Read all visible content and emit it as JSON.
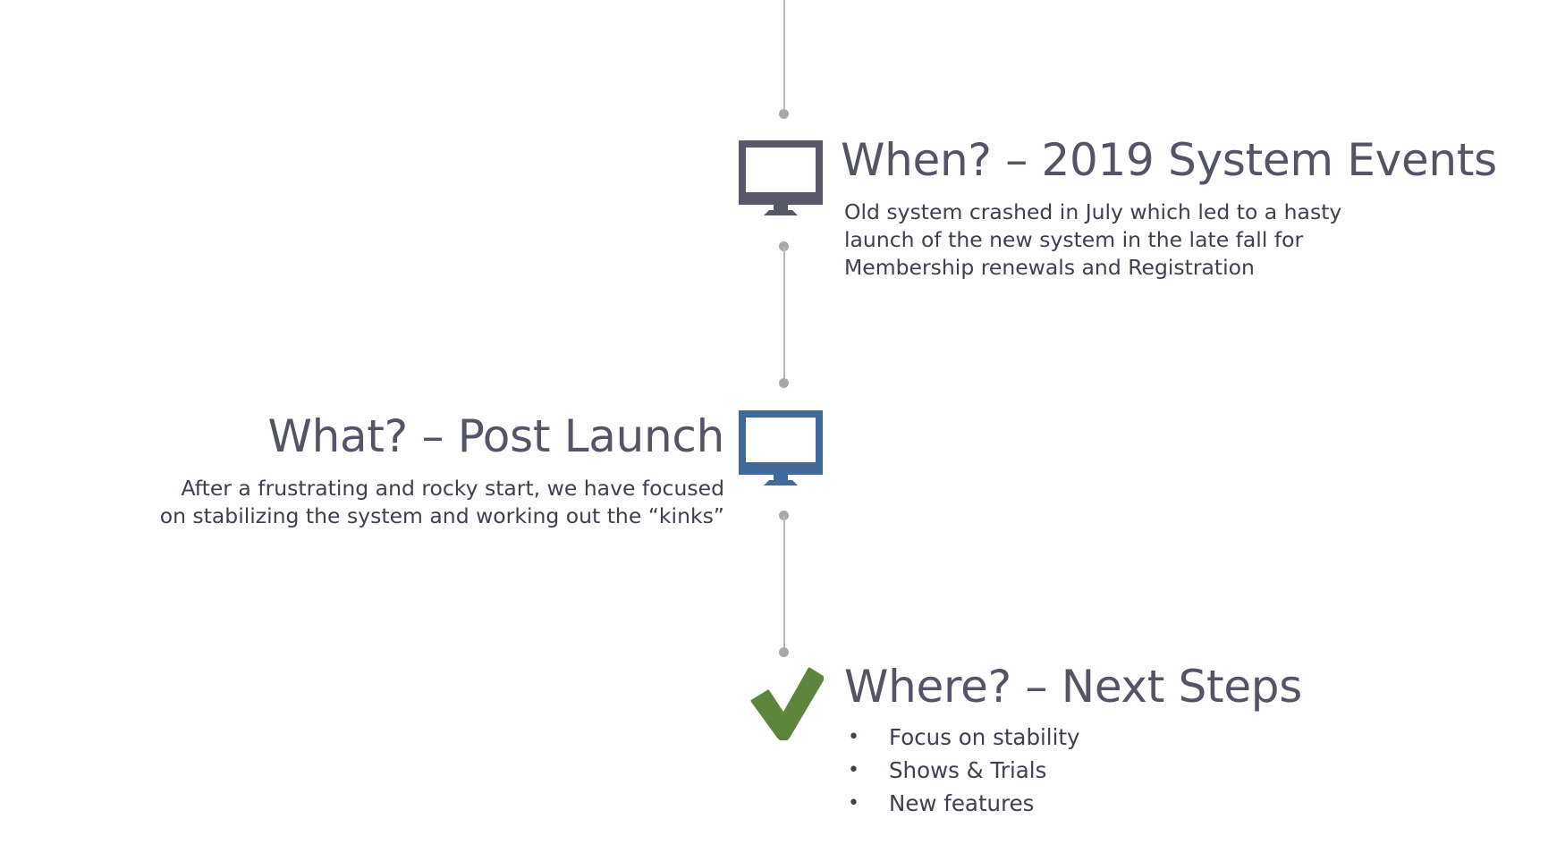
{
  "colors": {
    "heading": "#545467",
    "body": "#3f3f52",
    "connector_line": "#b9b9bd",
    "connector_dot": "#a8a8ac",
    "monitor_gray": "#585869",
    "monitor_blue": "#3f6a9b",
    "checkmark_green": "#5e853c"
  },
  "timeline": {
    "when": {
      "icon": "monitor-icon",
      "heading": "When? – 2019 System Events",
      "body": "Old system crashed in July which led to a hasty\nlaunch of the new system in the late fall for\nMembership renewals and Registration"
    },
    "what": {
      "icon": "monitor-icon",
      "heading": "What? – Post Launch",
      "body": "After a frustrating and rocky start, we have focused\non stabilizing the system and working out the “kinks”"
    },
    "where": {
      "icon": "checkmark-icon",
      "heading": "Where? – Next Steps",
      "bullet_symbol": "•",
      "bullets": [
        "Focus on stability",
        "Shows & Trials",
        "New features"
      ]
    }
  }
}
